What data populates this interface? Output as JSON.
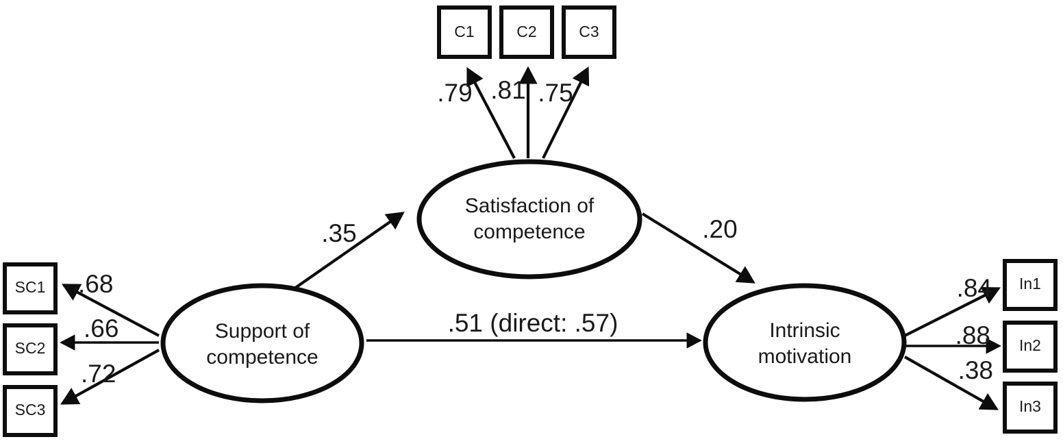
{
  "diagram": {
    "type": "structural-equation-model",
    "background_color": "#ffffff",
    "stroke_color": "#0d0d0d",
    "latent_variables": [
      {
        "id": "support",
        "line1": "Support of",
        "line2": "competence"
      },
      {
        "id": "satisfaction",
        "line1": "Satisfaction of",
        "line2": "competence"
      },
      {
        "id": "intrinsic",
        "line1": "Intrinsic",
        "line2": "motivation"
      }
    ],
    "indicators": {
      "support": [
        {
          "id": "sc1",
          "label": "SC1",
          "loading": ".68"
        },
        {
          "id": "sc2",
          "label": "SC2",
          "loading": ".66"
        },
        {
          "id": "sc3",
          "label": "SC3",
          "loading": ".72"
        }
      ],
      "satisfaction": [
        {
          "id": "c1",
          "label": "C1",
          "loading": ".79"
        },
        {
          "id": "c2",
          "label": "C2",
          "loading": ".81"
        },
        {
          "id": "c3",
          "label": "C3",
          "loading": ".75"
        }
      ],
      "intrinsic": [
        {
          "id": "in1",
          "label": "In1",
          "loading": ".84"
        },
        {
          "id": "in2",
          "label": "In2",
          "loading": ".88"
        },
        {
          "id": "in3",
          "label": "In3",
          "loading": ".38"
        }
      ]
    },
    "structural_paths": [
      {
        "id": "support-to-satisfaction",
        "from": "support",
        "to": "satisfaction",
        "label": ".35"
      },
      {
        "id": "satisfaction-to-intrinsic",
        "from": "satisfaction",
        "to": "intrinsic",
        "label": ".20"
      },
      {
        "id": "support-to-intrinsic",
        "from": "support",
        "to": "intrinsic",
        "label": ".51 (direct: .57)"
      }
    ]
  }
}
